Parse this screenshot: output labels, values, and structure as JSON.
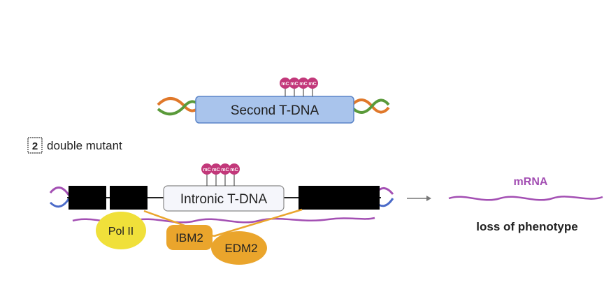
{
  "top_construct": {
    "label": "Second T-DNA",
    "methyl_marks": [
      "mC",
      "mC",
      "mC",
      "mC"
    ]
  },
  "panel": {
    "number": "2",
    "title": "double mutant"
  },
  "gene_construct": {
    "label": "Intronic T-DNA",
    "methyl_marks": [
      "mC",
      "mC",
      "mC",
      "mC"
    ]
  },
  "proteins": {
    "pol2": "Pol II",
    "ibm2": "IBM2",
    "edm2": "EDM2"
  },
  "outcome": {
    "mrna_label": "mRNA",
    "phenotype": "loss of phenotype"
  },
  "colors": {
    "tdna_fill": "#a9c4ec",
    "tdna_border": "#5a84c8",
    "methyl": "#c2387a",
    "mrna": "#a34fb3",
    "pol2": "#f0e03a",
    "ibm2_edm2": "#eaa52c",
    "exon": "#000000",
    "dna_orange": "#e0782a",
    "dna_green": "#5a9a3a"
  }
}
